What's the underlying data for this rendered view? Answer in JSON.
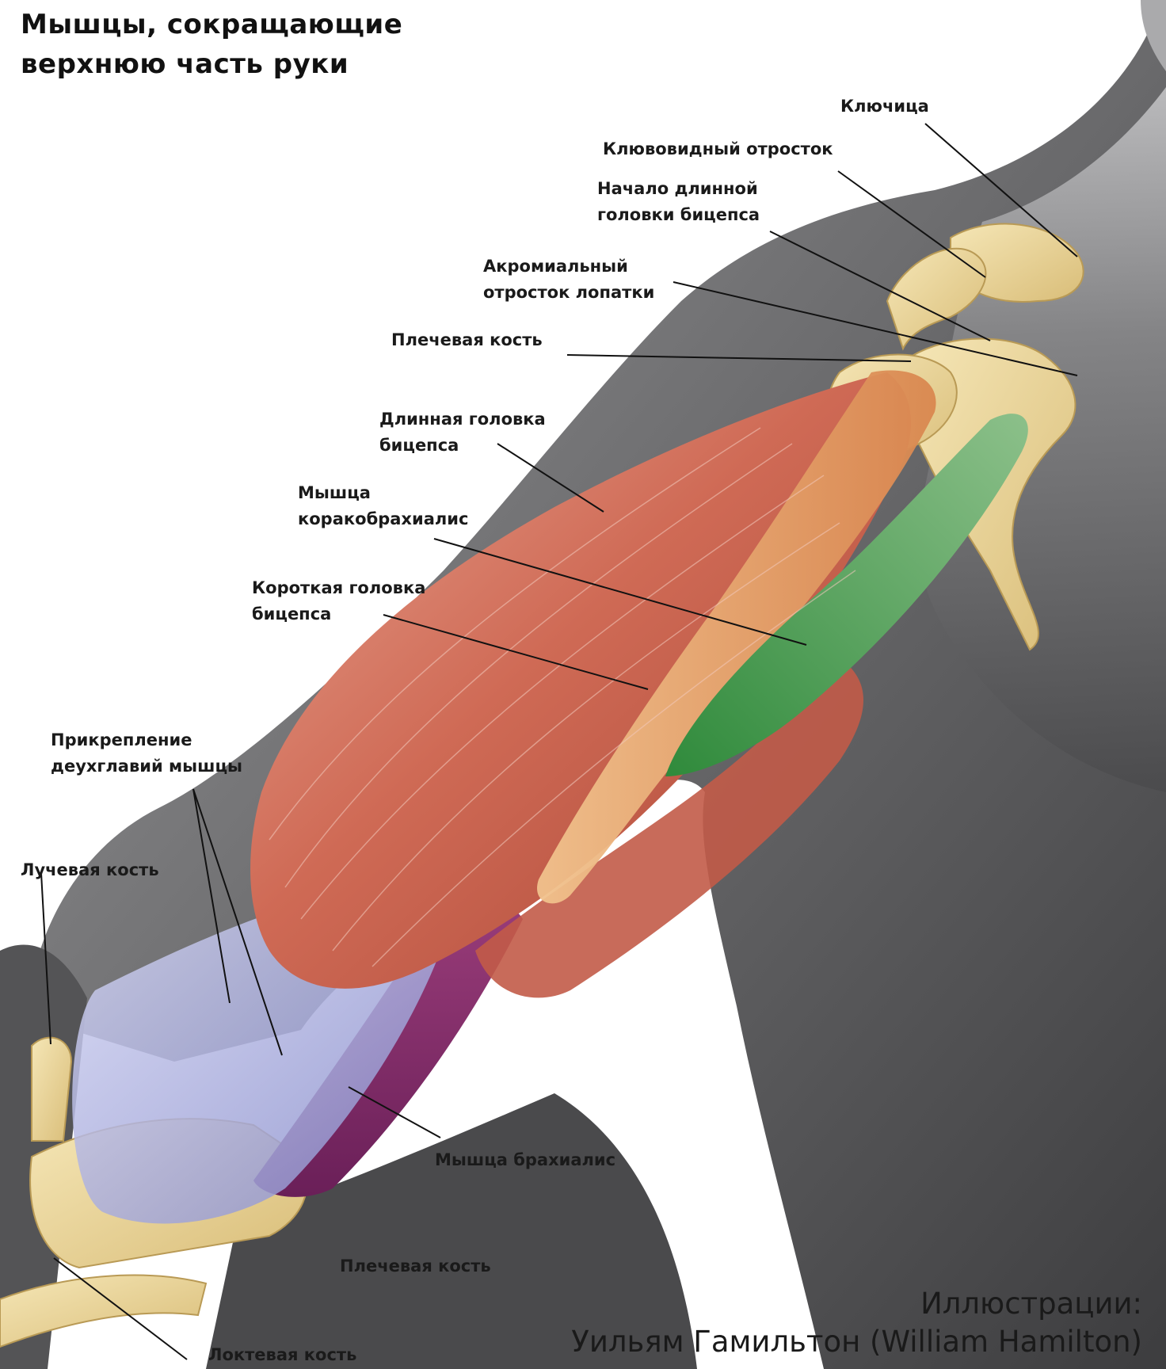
{
  "title": {
    "line1": "Мышцы, сокращающие",
    "line2": "верхнюю часть руки"
  },
  "labels": {
    "clavicle": "Ключица",
    "coracoid_process": "Клювовидный отросток",
    "long_head_origin": [
      "Начало длинной",
      "головки бицепса"
    ],
    "acromion": [
      "Акромиальный",
      "отросток лопатки"
    ],
    "humerus_top": "Плечевая кость",
    "long_head": [
      "Длинная головка",
      "бицепса"
    ],
    "coracobrachialis": [
      "Мышца",
      "коракобрахиалис"
    ],
    "short_head": [
      "Короткая головка",
      "бицепса"
    ],
    "biceps_insertion": [
      "Прикрепление",
      "деухглавий мышцы"
    ],
    "radius": "Лучевая кость",
    "brachialis": "Мышца брахиалис",
    "humerus_bottom": "Плечевая кость",
    "ulna": "Локтевая кость"
  },
  "credit": {
    "line1": "Иллюстрации:",
    "line2": "Уильям Гамильтон (William Hamilton)"
  },
  "colors": {
    "skin": "#6e6e70",
    "biceps": "#c9604e",
    "short_head": "#e3a16b",
    "coracobrachialis": "#4e9e52",
    "brachialis": "#7d2a6a",
    "fascia": "#9fa3d6",
    "bone": "#e8d29a"
  }
}
